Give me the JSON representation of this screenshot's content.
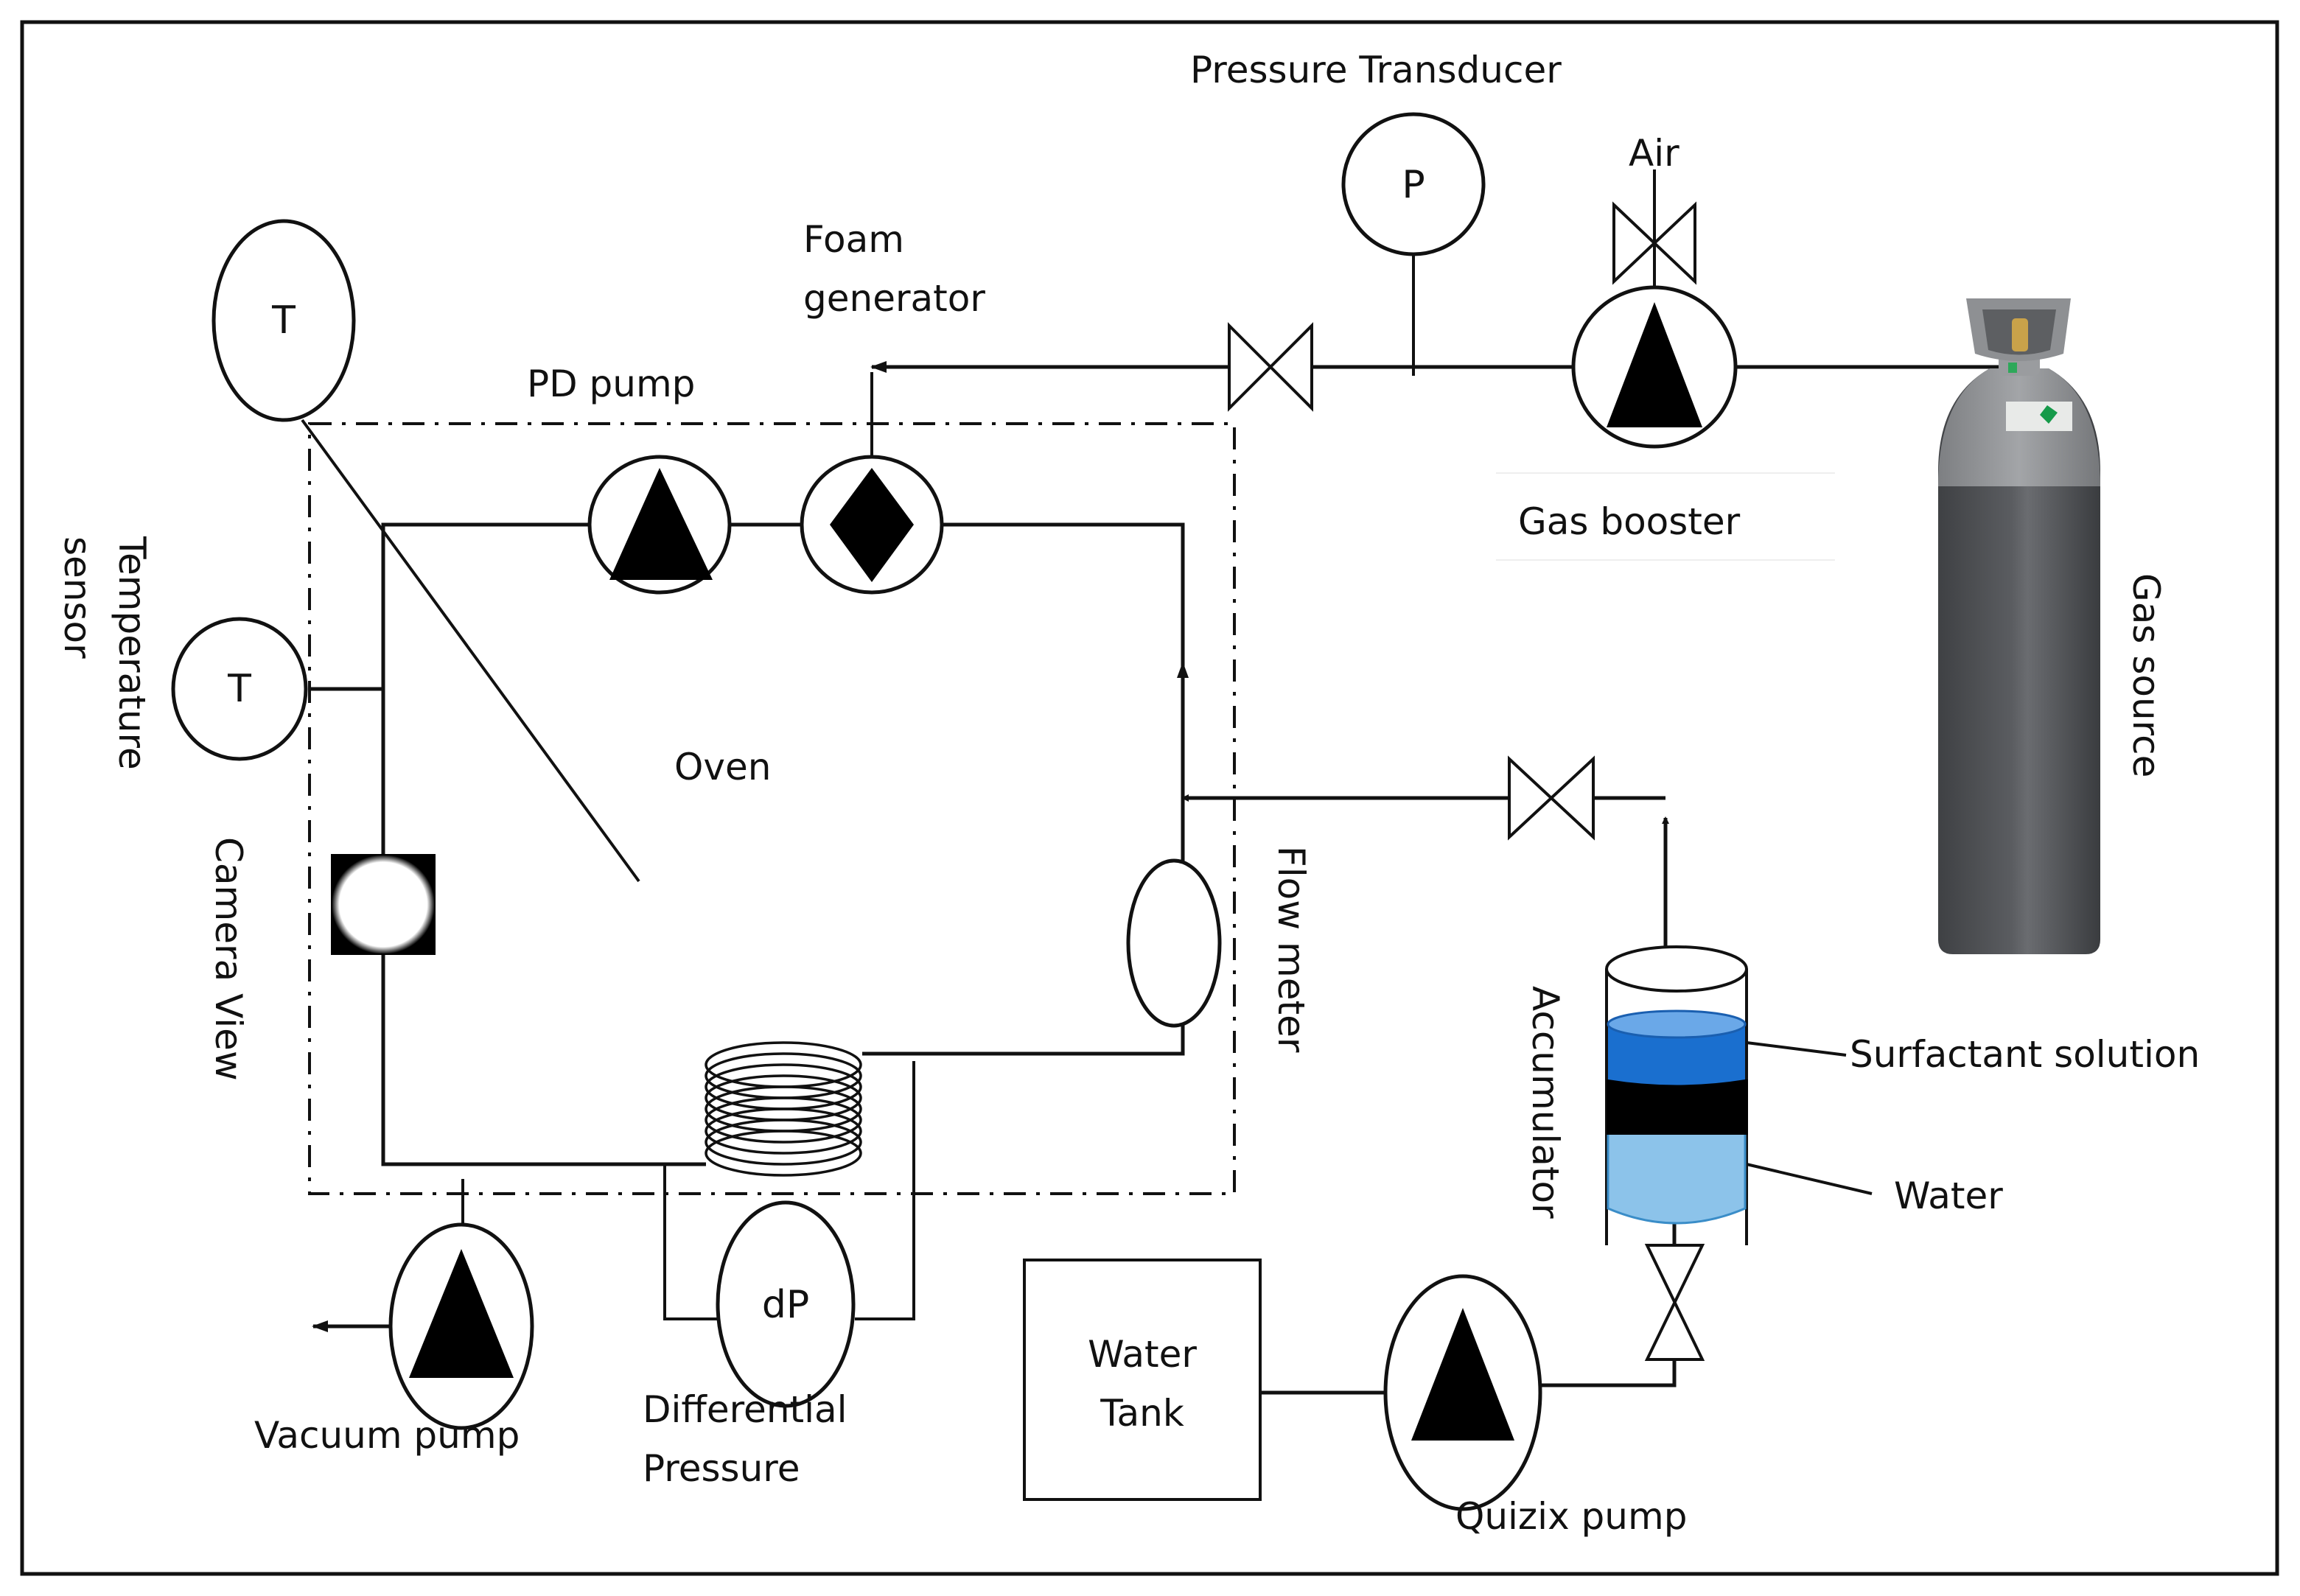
{
  "figure": {
    "type": "process-flow-diagram",
    "labels": {
      "pressure_transducer": "Pressure Transducer",
      "air": "Air",
      "foam_generator_line1": "Foam",
      "foam_generator_line2": "generator",
      "pd_pump": "PD pump",
      "gas_booster": "Gas booster",
      "gas_source": "Gas source",
      "temperature_sensor_line1": "Temperature",
      "temperature_sensor_line2": "sensor",
      "camera_view": "Camera View",
      "oven": "Oven",
      "flow_meter": "Flow meter",
      "accumulator": "Accumulator",
      "surfactant_solution": "Surfactant solution",
      "water": "Water",
      "vacuum_pump": "Vacuum pump",
      "differential_pressure_line1": "Differential",
      "differential_pressure_line2": "Pressure",
      "water_tank_line1": "Water",
      "water_tank_line2": "Tank",
      "quizix_pump": "Quizix pump"
    },
    "instrument_symbols": {
      "temperature_top": "T",
      "temperature_left": "T",
      "pressure": "P",
      "differential_pressure": "dP"
    },
    "colors": {
      "line": "#111111",
      "surfactant_solution": "#1a6fcf",
      "surfactant_top": "#6aa8e8",
      "piston": "#000000",
      "water": "#8cc3ea",
      "cylinder_body": "#4d4f52",
      "cylinder_shoulder": "#8a8c8f",
      "cylinder_valve": "#c9a24a"
    }
  }
}
